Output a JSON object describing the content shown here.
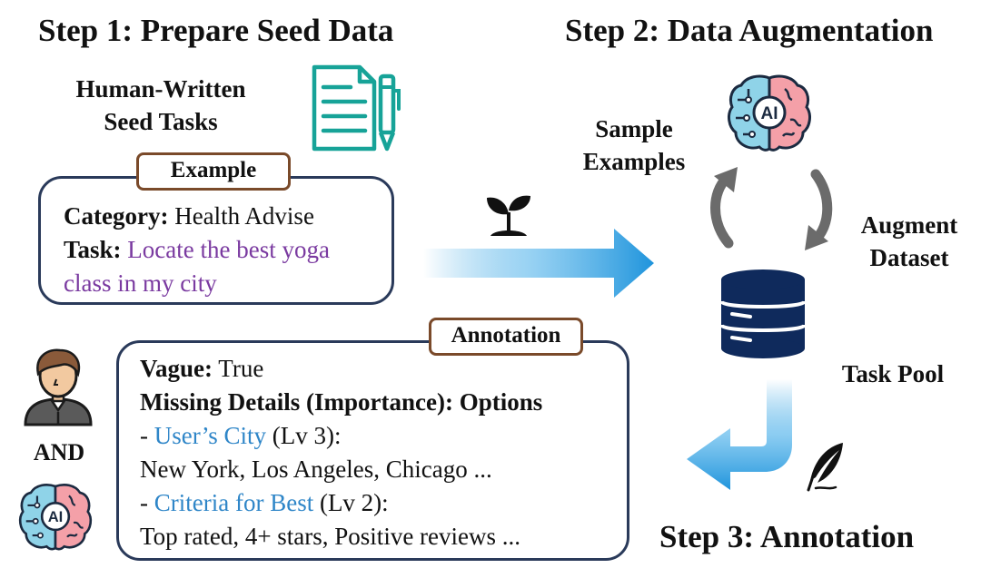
{
  "step1": {
    "title": "Step 1: Prepare Seed Data",
    "human_label_1": "Human-Written",
    "human_label_2": "Seed Tasks",
    "example_tag": "Example",
    "category_key": "Category:",
    "category_val": "Health Advise",
    "task_key": "Task:",
    "task_val_1": "Locate the best yoga",
    "task_val_2": "class in my city"
  },
  "step2": {
    "title": "Step 2: Data Augmentation",
    "sample_1": "Sample",
    "sample_2": "Examples",
    "augment_1": "Augment",
    "augment_2": "Dataset",
    "task_pool": "Task Pool",
    "ai_label": "AI"
  },
  "step3": {
    "title": "Step 3: Annotation",
    "and_label": "AND",
    "ai_label": "AI",
    "annotation_tag": "Annotation",
    "vague_key": "Vague:",
    "vague_val": "True",
    "missing_header": "Missing Details (Importance): Options",
    "item1_dash": "- ",
    "item1_name": "User’s City",
    "item1_lv": " (Lv 3):",
    "item1_opts": "New York, Los Angeles, Chicago ...",
    "item2_dash": "- ",
    "item2_name": "Criteria for Best",
    "item2_lv": " (Lv 2):",
    "item2_opts": "Top rated, 4+ stars, Positive reviews ..."
  },
  "colors": {
    "box_border": "#2a3a5a",
    "tag_border": "#7a4a2a",
    "purple_text": "#7a3aa0",
    "blue_text": "#2f86c8",
    "arrow_blue": "#2a9ee0",
    "cycle_gray": "#6b6b6b",
    "database_navy": "#0f2a5c",
    "doc_teal": "#17a398",
    "brain_left": "#8fd3e8",
    "brain_right": "#f4a0a8"
  },
  "icons": [
    "document-pencil-icon",
    "sprout-icon",
    "brain-ai-icon",
    "cycle-arrows-icon",
    "database-icon",
    "feather-quill-icon",
    "person-avatar-icon",
    "curved-arrow-icon",
    "flow-arrow-icon"
  ]
}
